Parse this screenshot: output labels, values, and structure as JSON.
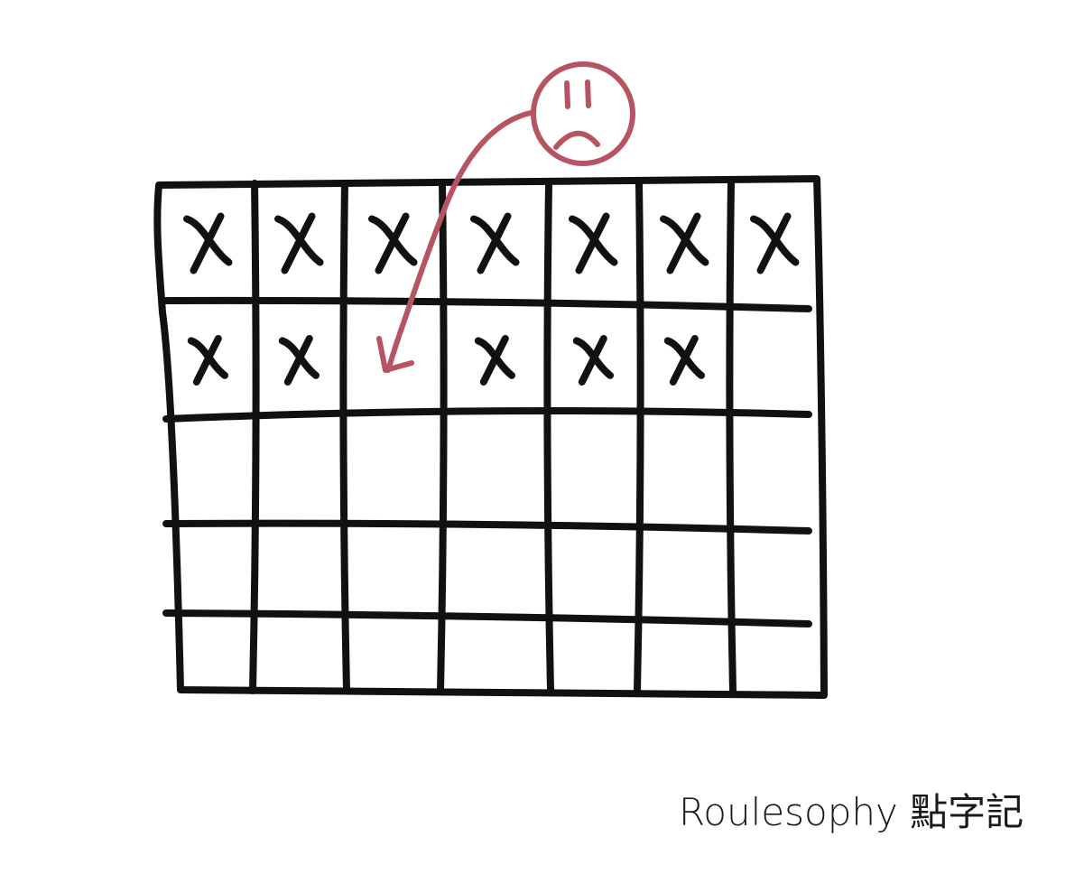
{
  "signature": "Roulesophy 點字記",
  "grid": {
    "rows": 5,
    "columns": 7,
    "cells": [
      [
        "X",
        "X",
        "X",
        "X",
        "X",
        "X",
        "X"
      ],
      [
        "X",
        "X",
        "",
        "X",
        "X",
        "X",
        ""
      ],
      [
        "",
        "",
        "",
        "",
        "",
        "",
        ""
      ],
      [
        "",
        "",
        "",
        "",
        "",
        "",
        ""
      ],
      [
        "",
        "",
        "",
        "",
        "",
        "",
        ""
      ]
    ]
  },
  "annotation": {
    "icon": "sad-face-icon",
    "points_to": {
      "row": 2,
      "column": 3
    }
  },
  "colors": {
    "ink": "#111111",
    "annotation": "#b65462",
    "background": "#ffffff"
  }
}
